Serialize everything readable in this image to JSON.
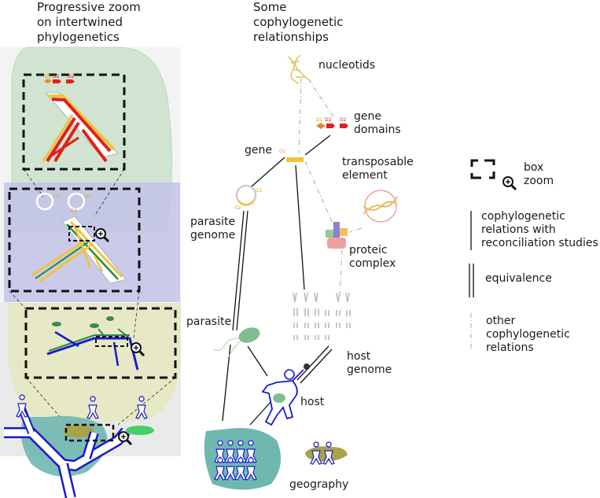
{
  "left_panel": {
    "title": "Progressive zoom\non intertwined\nphylogenetics",
    "domain_labels": [
      "D1",
      "D2",
      "D2"
    ],
    "gene_labels": [
      "G1",
      "G1",
      "G2"
    ]
  },
  "center_panel": {
    "title": "Some\ncophylogenetic\nrelationships",
    "nodes": {
      "nucleotids": "nucleotids",
      "gene_domains": "gene\ndomains",
      "gene": "gene",
      "transposable_element": "transposable\nelement",
      "parasite_genome": "parasite\ngenome",
      "proteic_complex": "proteic\ncomplex",
      "parasite": "parasite",
      "host_genome": "host\ngenome",
      "host": "host",
      "geography": "geography"
    },
    "small_labels": {
      "g1_gene": "G1",
      "g1_genome": "G1",
      "g2_genome": "G2",
      "d1": "D1",
      "d2a": "D2",
      "d2b": "D2"
    }
  },
  "legend": {
    "box_zoom": "box\nzoom",
    "reconciliation": "cophylogenetic\nrelations with\nreconciliation studies",
    "equivalence": "equivalence",
    "other": "other\ncophylogenetic\nrelations"
  },
  "colors": {
    "dashed_box": "#111111",
    "green_panel": "#d8eed9",
    "purple_panel": "#c9c9f3",
    "yellow_panel": "#eef0c8",
    "host_blue": "#1a1acc",
    "parasite_green": "#7fbf8f",
    "geography_teal": "#6fb8b0",
    "gene_yellow": "#f2c23c",
    "red": "#e0201a"
  }
}
